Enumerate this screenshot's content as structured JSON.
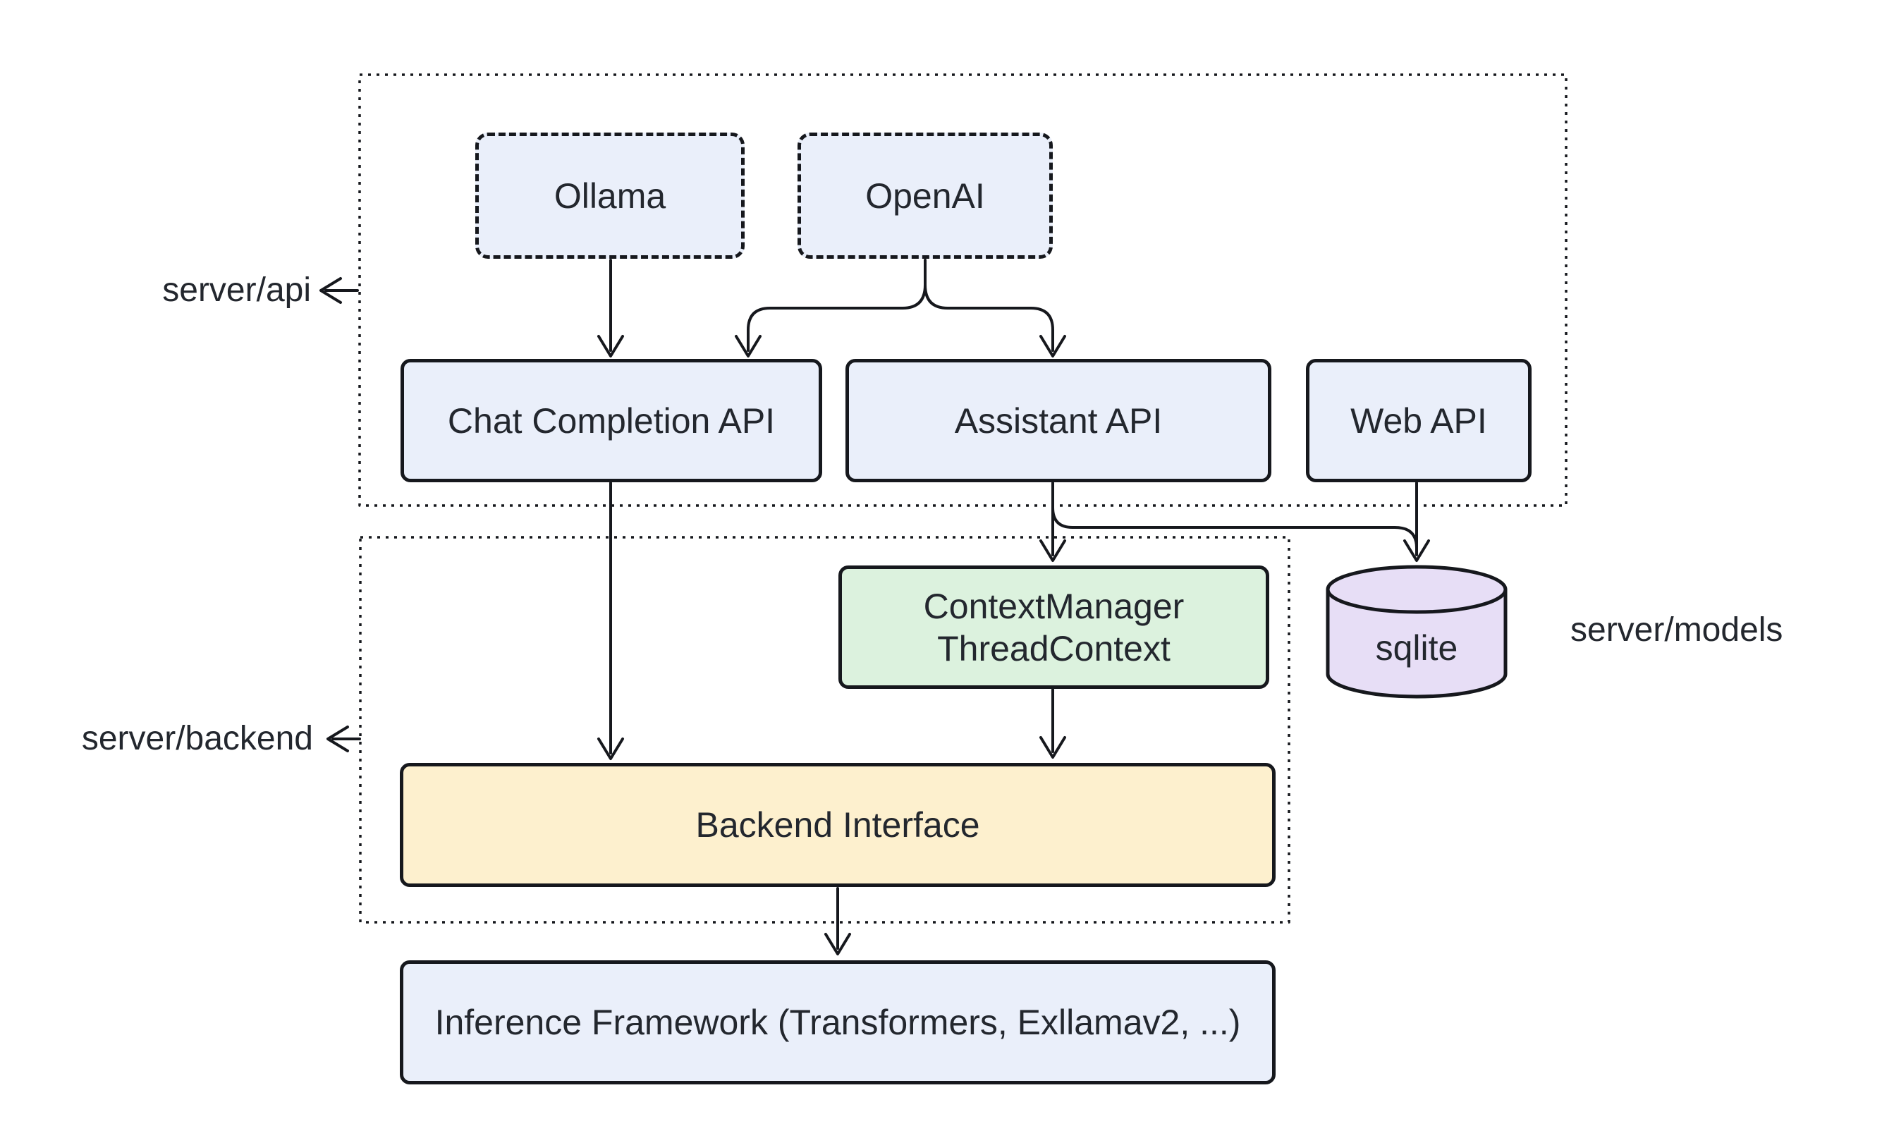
{
  "diagram_title": "",
  "containers": {
    "server_api": {
      "label": "server/api"
    },
    "server_backend": {
      "label": "server/backend"
    }
  },
  "side_labels": {
    "server_models": {
      "label": "server/models"
    }
  },
  "nodes": {
    "ollama": {
      "label": "Ollama",
      "style": "dashed-blue"
    },
    "openai": {
      "label": "OpenAI",
      "style": "dashed-blue"
    },
    "chat_completion_api": {
      "label": "Chat Completion API",
      "style": "solid-blue"
    },
    "assistant_api": {
      "label": "Assistant API",
      "style": "solid-blue"
    },
    "web_api": {
      "label": "Web API",
      "style": "solid-blue"
    },
    "context_manager": {
      "line1": "ContextManager",
      "line2": "ThreadContext",
      "style": "solid-green"
    },
    "sqlite": {
      "label": "sqlite",
      "style": "cylinder-purple"
    },
    "backend_interface": {
      "label": "Backend Interface",
      "style": "solid-yellow"
    },
    "inference_framework": {
      "label": "Inference Framework (Transformers, Exllamav2, ...)",
      "style": "solid-blue"
    }
  },
  "edges": [
    {
      "from": "Ollama",
      "to": "Chat Completion API"
    },
    {
      "from": "OpenAI",
      "to": "Chat Completion API"
    },
    {
      "from": "OpenAI",
      "to": "Assistant API"
    },
    {
      "from": "Chat Completion API",
      "to": "Backend Interface"
    },
    {
      "from": "Assistant API",
      "to": "ContextManager ThreadContext"
    },
    {
      "from": "Assistant API",
      "to": "sqlite"
    },
    {
      "from": "Web API",
      "to": "sqlite"
    },
    {
      "from": "ContextManager ThreadContext",
      "to": "Backend Interface"
    },
    {
      "from": "Backend Interface",
      "to": "Inference Framework (Transformers, Exllamav2, ...)"
    }
  ],
  "colors": {
    "node_blue": "#eaeffa",
    "node_green": "#dcf2de",
    "node_yellow": "#fdf0ce",
    "node_purple": "#e7def6",
    "stroke": "#16181d",
    "text": "#23272e",
    "background": "#ffffff"
  }
}
